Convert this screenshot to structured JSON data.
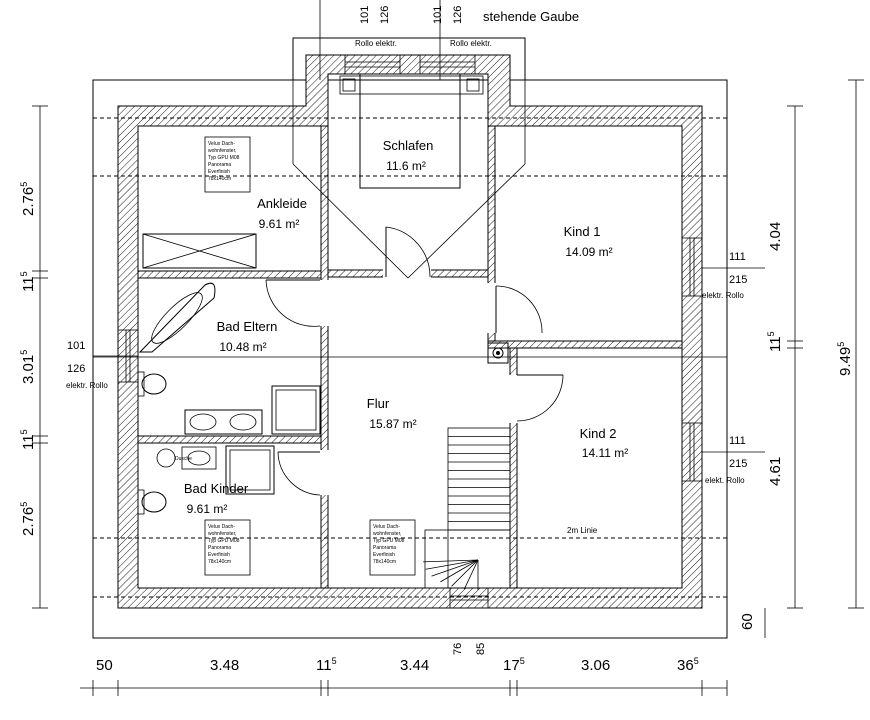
{
  "title": "stehende Gaube",
  "rooms": [
    {
      "name": "Schlafen",
      "area": "11.6 m²"
    },
    {
      "name": "Ankleide",
      "area": "9.61 m²"
    },
    {
      "name": "Kind 1",
      "area": "14.09 m²"
    },
    {
      "name": "Bad Eltern",
      "area": "10.48 m²"
    },
    {
      "name": "Flur",
      "area": "15.87 m²"
    },
    {
      "name": "Kind 2",
      "area": "14.11 m²"
    },
    {
      "name": "Bad Kinder",
      "area": "9.61 m²"
    }
  ],
  "labels": {
    "rollo_left": "Rollo elektr.",
    "rollo_right": "Rollo elektr.",
    "elektr_rollo_left": "elektr. Rollo",
    "elektr_rollo_k1": "elektr. Rollo",
    "elektr_rollo_k2": "elekt. Rollo",
    "linie_2m": "2m Linie",
    "dusche": "Dusche"
  },
  "velux_note": [
    "Velux Dach-",
    "wohnfenster,",
    "Typ GPU M08",
    "Panorama",
    "Everfinish",
    "78x140cm"
  ],
  "openings": {
    "gaube_left_top": "101",
    "gaube_left_bottom": "126",
    "gaube_right_top": "101",
    "gaube_right_bottom": "126",
    "west_top": "101",
    "west_bottom": "126",
    "kind1_top": "111",
    "kind1_bottom": "215",
    "kind2_top": "111",
    "kind2_bottom": "215",
    "south_left": "76",
    "south_right": "85"
  },
  "dimensions": {
    "bottom": [
      {
        "value": "50",
        "sup": ""
      },
      {
        "value": "3.48",
        "sup": ""
      },
      {
        "value": "11",
        "sup": "5"
      },
      {
        "value": "3.44",
        "sup": ""
      },
      {
        "value": "17",
        "sup": "5"
      },
      {
        "value": "3.06",
        "sup": ""
      },
      {
        "value": "36",
        "sup": "5"
      }
    ],
    "left": [
      {
        "value": "2.76",
        "sup": "5"
      },
      {
        "value": "11",
        "sup": "5"
      },
      {
        "value": "3.01",
        "sup": "5"
      },
      {
        "value": "11",
        "sup": "5"
      },
      {
        "value": "2.76",
        "sup": "5"
      }
    ],
    "right": [
      {
        "value": "4.04",
        "sup": ""
      },
      {
        "value": "11",
        "sup": "5"
      },
      {
        "value": "4.61",
        "sup": ""
      }
    ],
    "right_total": {
      "value": "9.49",
      "sup": "5"
    },
    "right_bottom": {
      "value": "60",
      "sup": ""
    }
  }
}
